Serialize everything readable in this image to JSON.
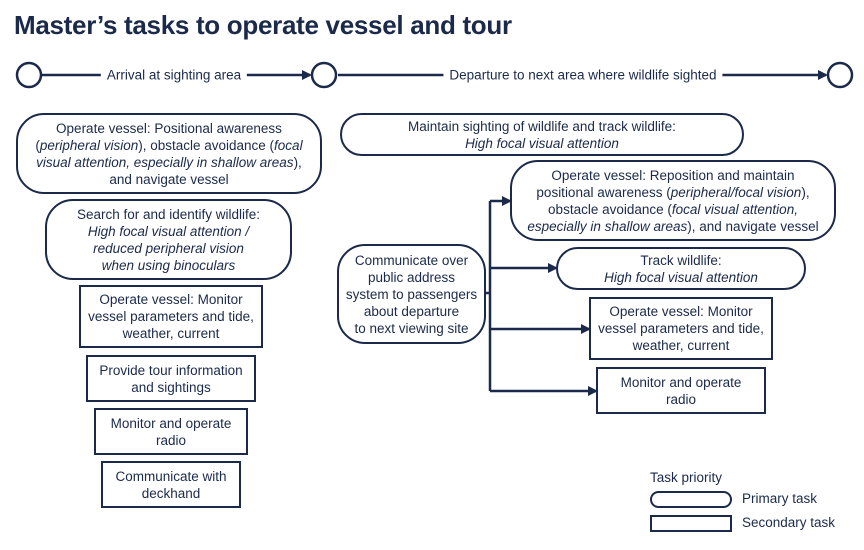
{
  "title": "Master’s tasks to operate vessel and tour",
  "timeline": {
    "arrival_label": "Arrival at sighting area",
    "departure_label": "Departure to next area where wildlife sighted"
  },
  "left_column": {
    "operate_vessel": {
      "line1": "Operate vessel: Positional awareness",
      "line2_pre": "(",
      "line2_it": "peripheral vision",
      "line2_post": "), obstacle avoidance (",
      "line2_it2": "focal",
      "line3_it": "visual attention, especially in shallow areas",
      "line3_post": "),",
      "line4": "and navigate vessel"
    },
    "search_identify": {
      "line1": "Search for and identify wildlife:",
      "line2": "High focal visual attention /",
      "line3": "reduced peripheral vision",
      "line4": "when using binoculars"
    },
    "monitor_params": {
      "line1": "Operate vessel: Monitor",
      "line2": "vessel parameters and tide,",
      "line3": "weather, current"
    },
    "tour_info": {
      "line1": "Provide tour information",
      "line2": "and sightings"
    },
    "radio": {
      "line1": "Monitor and operate",
      "line2": "radio"
    },
    "deckhand": {
      "line1": "Communicate with",
      "line2": "deckhand"
    }
  },
  "right_column": {
    "maintain_sighting": {
      "line1": "Maintain sighting of wildlife and track wildlife:",
      "line2": "High focal visual attention"
    },
    "communicate": {
      "line1": "Communicate over",
      "line2": "public address",
      "line3": "system to passengers",
      "line4": "about departure",
      "line5": "to next viewing site"
    },
    "reposition": {
      "line1": "Operate vessel: Reposition and maintain",
      "line2_pre": "positional awareness (",
      "line2_it": "peripheral/focal vision",
      "line2_post": "),",
      "line3_pre": "obstacle avoidance (",
      "line3_it": "focal visual attention,",
      "line4_it": "especially in shallow areas",
      "line4_post": "), and navigate vessel"
    },
    "track_wildlife": {
      "line1": "Track wildlife:",
      "line2": "High focal visual attention"
    },
    "monitor_params": {
      "line1": "Operate vessel: Monitor",
      "line2": "vessel parameters and tide,",
      "line3": "weather, current"
    },
    "radio": {
      "line1": "Monitor and operate",
      "line2": "radio"
    }
  },
  "legend": {
    "title": "Task priority",
    "primary": "Primary task",
    "secondary": "Secondary task"
  },
  "colors": {
    "ink": "#1b2a4a",
    "background": "#ffffff"
  }
}
